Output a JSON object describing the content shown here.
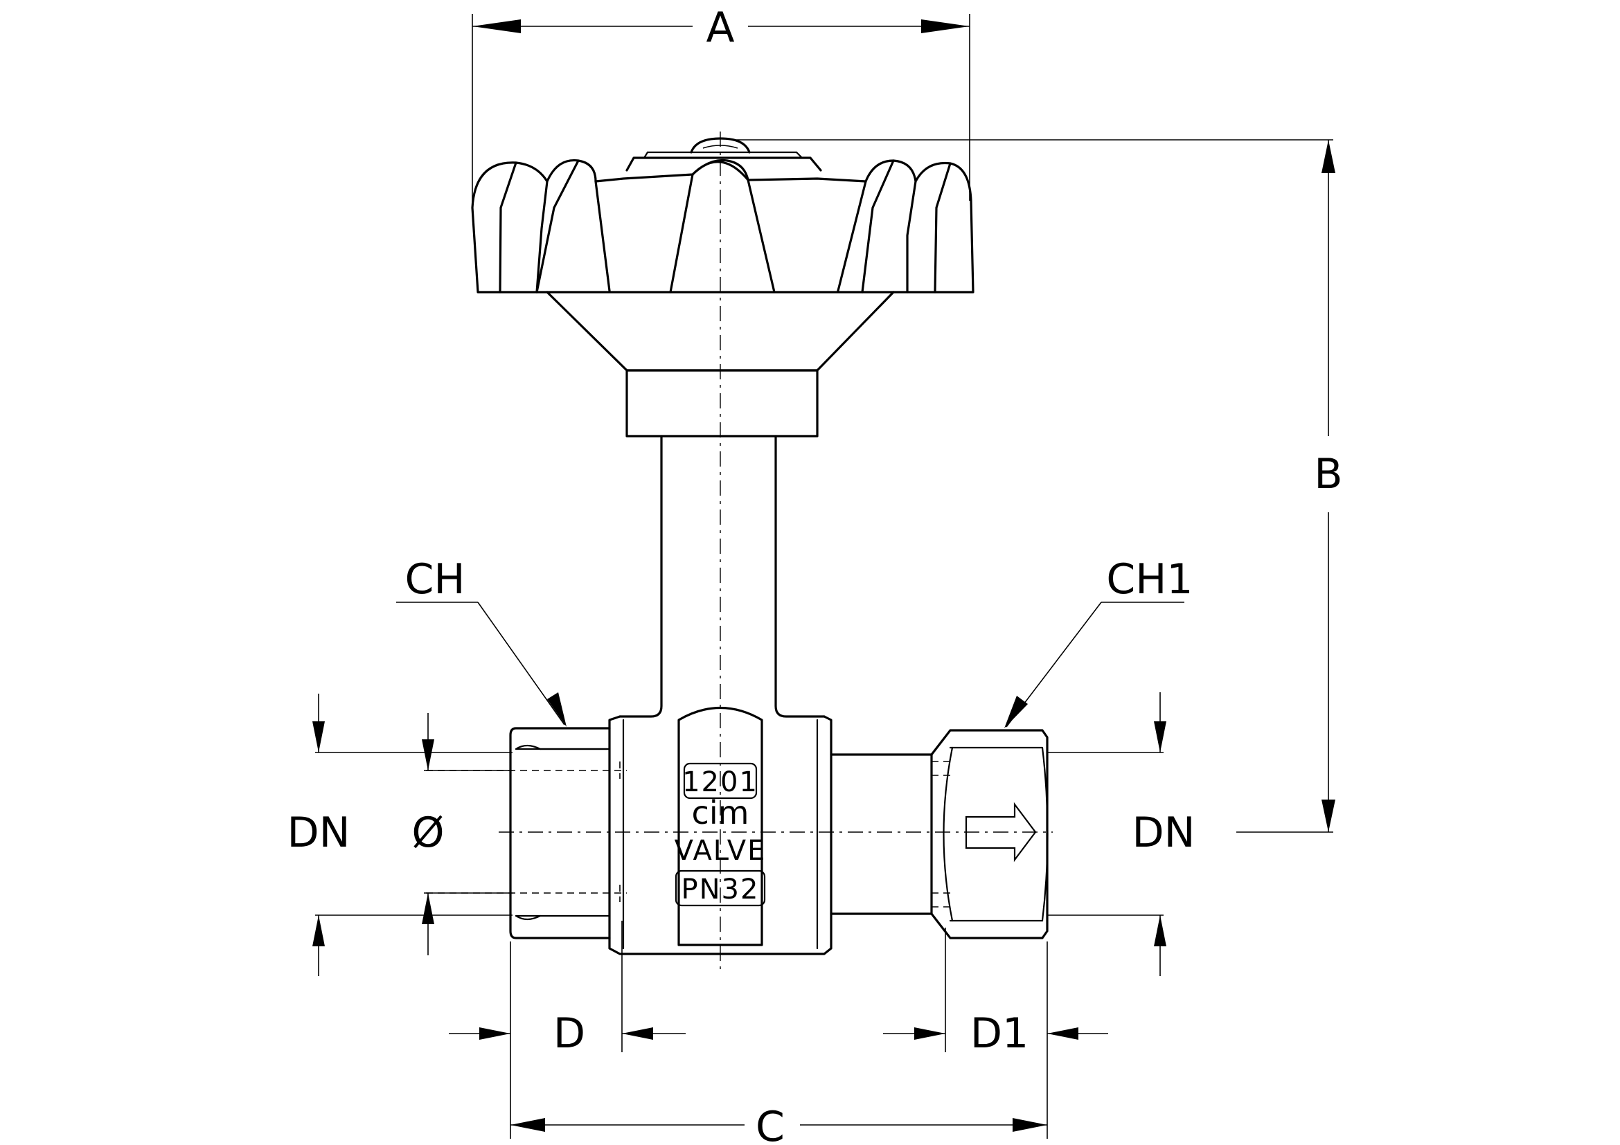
{
  "labels": {
    "width_overall": "A",
    "height_overall": "B",
    "length_overall": "C",
    "thread_left": "D",
    "thread_right": "D1",
    "hex_left": "CH",
    "hex_right": "CH1",
    "nominal_left": "DN",
    "nominal_right": "DN",
    "bore": "Ø"
  },
  "body_marking": {
    "model": "1201",
    "brand": "cim",
    "word": "VALVE",
    "pressure": "PN32"
  }
}
